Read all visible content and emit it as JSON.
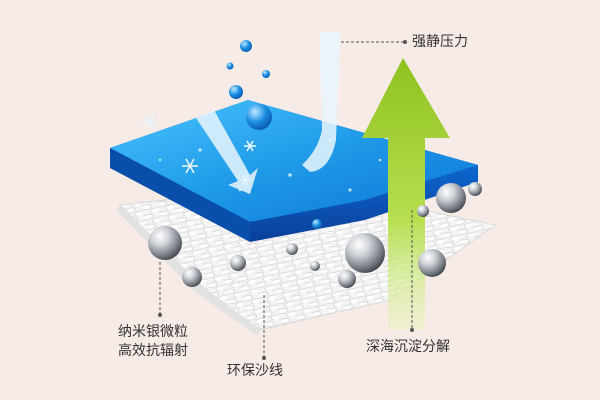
{
  "labels": {
    "pressure": "强静压力",
    "nano_line1": "纳米银微粒",
    "nano_line2": "高效抗辐射",
    "yarn": "环保沙线",
    "deep_sea": "深海沉淀分解"
  },
  "colors": {
    "background": "#f6ebe6",
    "water_top": "#2aa6ee",
    "water_side": "#0b5fc3",
    "arrow_green": "#9bcb2a",
    "text": "#333333"
  },
  "icons": [
    "snowflake-icon",
    "water-droplet-icon",
    "silver-sphere-icon",
    "up-arrow-icon",
    "curved-arrow-icon"
  ]
}
